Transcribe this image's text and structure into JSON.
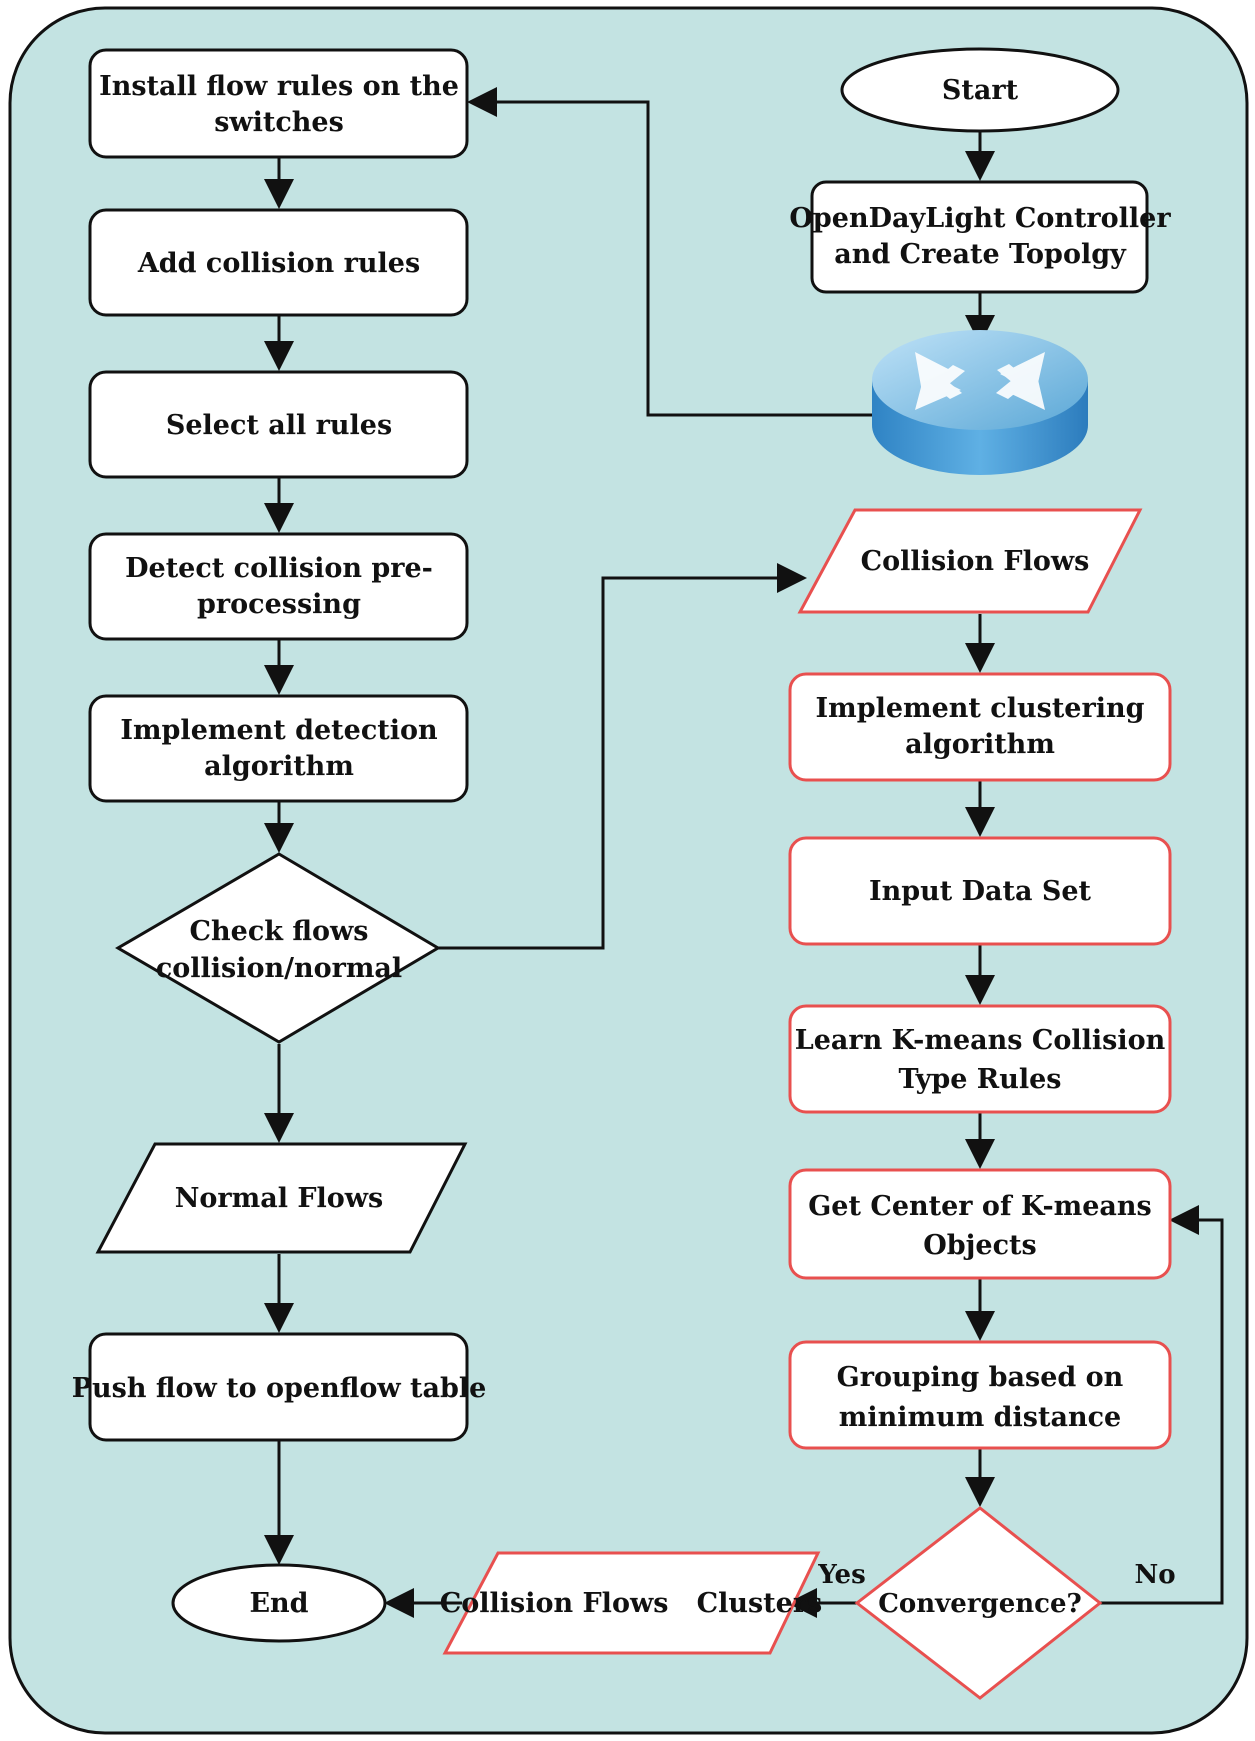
{
  "colors": {
    "background": "#c3e3e2",
    "node_fill": "#ffffff",
    "left_stroke": "#111111",
    "right_stroke": "#e8504f",
    "edge": "#111111"
  },
  "nodes": {
    "start": "Start",
    "controller": [
      "OpenDayLight Controller",
      "and Create Topolgy"
    ],
    "router_icon": "router-icon",
    "install_rules": [
      "Install flow rules on the",
      "switches"
    ],
    "add_collision": [
      "Add collision rules"
    ],
    "select_rules": [
      "Select all rules"
    ],
    "detect_collision": [
      "Detect collision pre-",
      "processing"
    ],
    "implement_detection": [
      "Implement detection",
      "algorithm"
    ],
    "check_flows": [
      "Check flows",
      "collision/normal"
    ],
    "normal_flows": [
      "Normal Flows"
    ],
    "push_flow": [
      "Push flow to openflow table"
    ],
    "end": "End",
    "collision_flows": [
      "Collision Flows"
    ],
    "implement_clustering": [
      "Implement clustering",
      "algorithm"
    ],
    "input_dataset": [
      "Input Data Set"
    ],
    "learn_kmeans": [
      "Learn K-means Collision",
      "Type Rules"
    ],
    "get_center": [
      "Get Center of  K-means",
      "Objects"
    ],
    "grouping": [
      "Grouping based on",
      "minimum distance"
    ],
    "convergence": [
      "Convergence?"
    ],
    "clusters": [
      "Collision Flows   Clusters"
    ]
  },
  "edge_labels": {
    "yes": "Yes",
    "no": "No"
  }
}
